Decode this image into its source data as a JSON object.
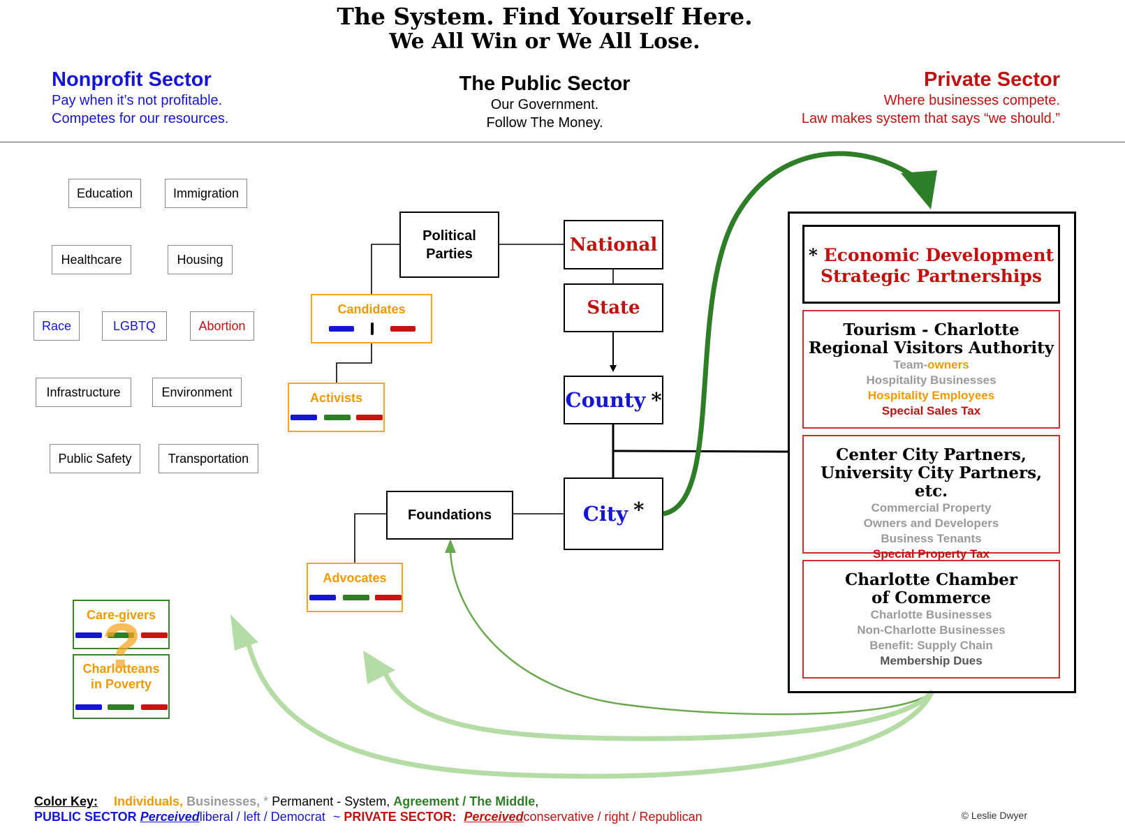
{
  "title": {
    "line1": "The System. Find Yourself Here.",
    "line2": "We All Win or We All Lose."
  },
  "headers": {
    "nonprofit": {
      "title": "Nonprofit Sector",
      "line1": "Pay when it’s not profitable.",
      "line2": "Competes for our resources."
    },
    "public": {
      "title": "The Public Sector",
      "line1": "Our Government.",
      "line2": "Follow The Money."
    },
    "private": {
      "title": "Private Sector",
      "line1": "Where businesses compete.",
      "line2": "Law makes system that says “we should.”"
    }
  },
  "issues": {
    "education": "Education",
    "immigration": "Immigration",
    "healthcare": "Healthcare",
    "housing": "Housing",
    "race": "Race",
    "lgbtq": "LGBTQ",
    "abortion": "Abortion",
    "infrastructure": "Infrastructure",
    "environment": "Environment",
    "public_safety": "Public Safety",
    "transportation": "Transportation"
  },
  "nodes": {
    "political_parties": "Political Parties",
    "candidates": "Candidates",
    "activists": "Activists",
    "national": "National",
    "state": "State",
    "county": "County",
    "county_star": "*",
    "city": "City",
    "city_star": "*",
    "foundations": "Foundations",
    "advocates": "Advocates",
    "caregivers": "Care-givers",
    "poverty_line1": "Charlotteans",
    "poverty_line2": "in Poverty",
    "question": "?"
  },
  "private": {
    "econ_star": "*",
    "econ_line1": "Economic Development",
    "econ_line2": "Strategic Partnerships",
    "tourism": {
      "h1": "Tourism - Charlotte",
      "h2": "Regional Visitors Authority",
      "team": "Team-",
      "owners": "owners",
      "l2": "Hospitality Businesses",
      "l3": "Hospitality Employees",
      "l4": "Special Sales Tax"
    },
    "center": {
      "h1": "Center City Partners,",
      "h2": "University City Partners, etc.",
      "l1": "Commercial Property",
      "l2": "Owners and Developers",
      "l3": "Business Tenants",
      "l4": "Special Property Tax"
    },
    "chamber": {
      "h1": "Charlotte Chamber",
      "h2": "of Commerce",
      "l1": "Charlotte Businesses",
      "l2": "Non-Charlotte Businesses",
      "l3": "Benefit: Supply Chain",
      "l4": "Membership Dues"
    }
  },
  "key": {
    "label": "Color Key:",
    "individuals": "Individuals,",
    "businesses": "Businesses,",
    "star": "*",
    "permanent": "Permanent - System,",
    "agreement": "Agreement / The Middle",
    "comma": ",",
    "public": "PUBLIC SECTOR",
    "perceived1": "Perceived",
    "public_rest": "liberal / left / Democrat",
    "tilde": "~",
    "private": "PRIVATE SECTOR:",
    "perceived2": "Perceived",
    "private_rest": "conservative / right / Republican"
  },
  "copyright": "© Leslie Dwyer",
  "colors": {
    "public_blue": "#1515d6",
    "private_red": "#c01111",
    "individual_orange": "#ee9a00",
    "business_gray": "#9a9a9a",
    "agreement_green": "#2e7d27",
    "flow_light_green": "#b4dca4"
  }
}
